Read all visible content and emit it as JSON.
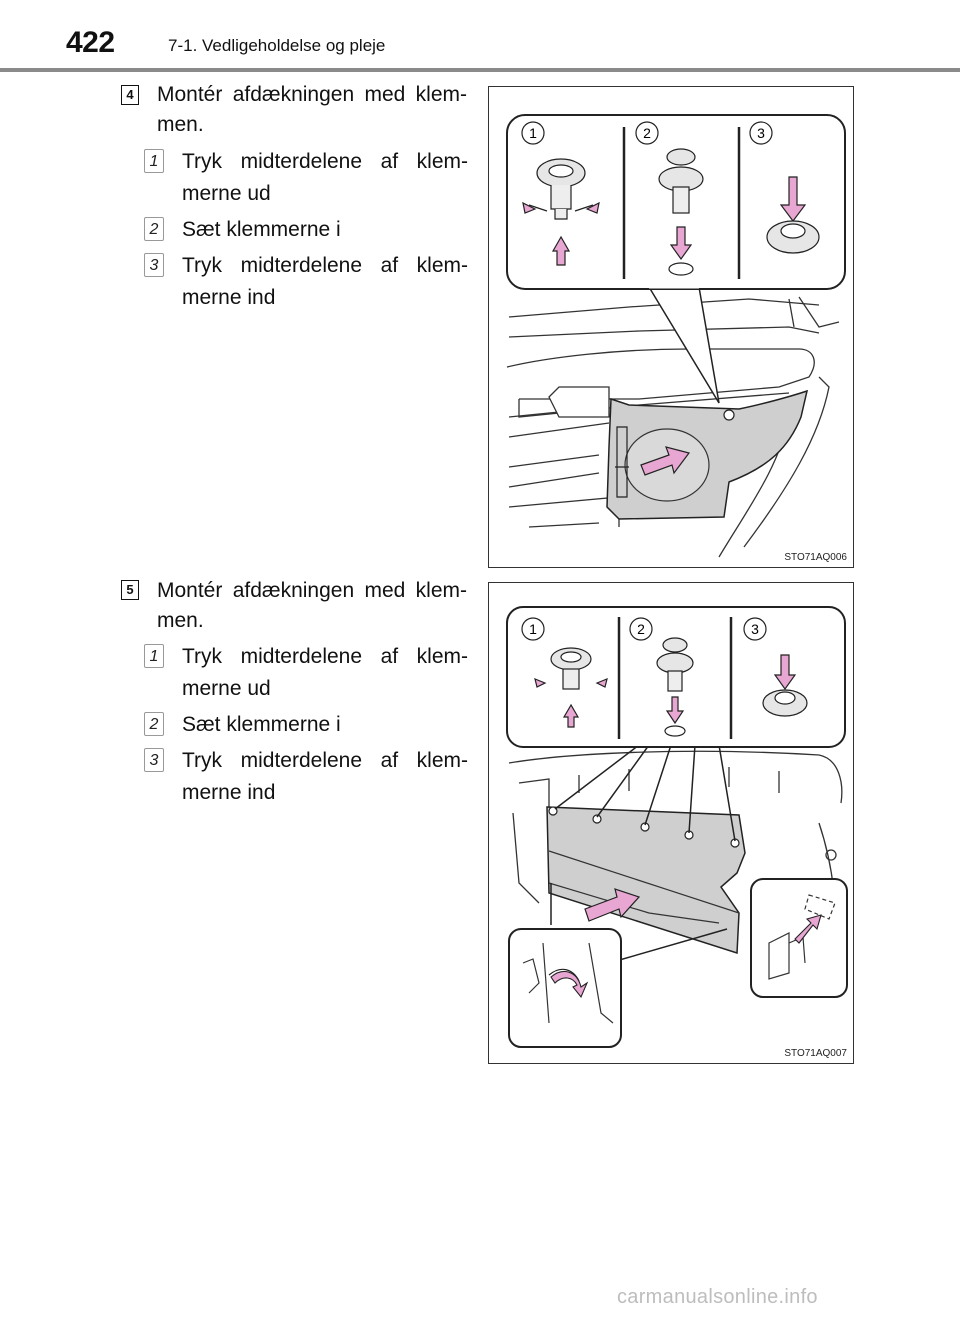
{
  "header": {
    "page_number": "422",
    "section_title": "7-1. Vedligeholdelse og pleje"
  },
  "steps": [
    {
      "badge": "4",
      "title": "Montér afdækningen med klem-men.",
      "substeps": [
        {
          "num": "1",
          "text": "Tryk midterdelene af klem-merne ud"
        },
        {
          "num": "2",
          "text": "Sæt klemmerne i"
        },
        {
          "num": "3",
          "text": "Tryk midterdelene af klem-merne ind"
        }
      ],
      "figure": {
        "code": "STO71AQ006",
        "callouts": [
          "1",
          "2",
          "3"
        ]
      }
    },
    {
      "badge": "5",
      "title": "Montér afdækningen med klem-men.",
      "substeps": [
        {
          "num": "1",
          "text": "Tryk midterdelene af klem-merne ud"
        },
        {
          "num": "2",
          "text": "Sæt klemmerne i"
        },
        {
          "num": "3",
          "text": "Tryk midterdelene af klem-merne ind"
        }
      ],
      "figure": {
        "code": "STO71AQ007",
        "callouts": [
          "1",
          "2",
          "3"
        ]
      }
    }
  ],
  "watermark": "carmanualsonline.info",
  "colors": {
    "arrow_pink": "#e8a6d2",
    "panel_gray": "#cfcfcf",
    "rule_gray": "#8a8a8a"
  }
}
